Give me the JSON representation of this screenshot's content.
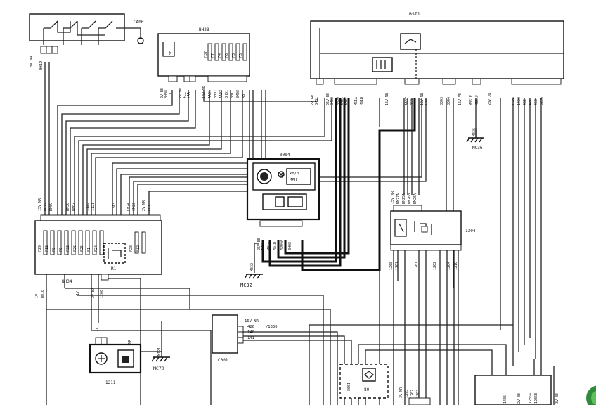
{
  "components": {
    "bsi": {
      "label": "BSI1"
    },
    "bh28": {
      "label": "BH28",
      "fuses": [
        "F37",
        "F7",
        "F4",
        "F6",
        "F5",
        "F3"
      ],
      "left_label": "SH"
    },
    "ca00": {
      "label": "CA00"
    },
    "bh12": {
      "label": "BH12",
      "wire": "3V NR"
    },
    "bh34": {
      "label": "BH34",
      "relay": "R1",
      "fuses": [
        "F29",
        "F12",
        "F8",
        "F6",
        "F32",
        "F26",
        "F25",
        "F1",
        "F24",
        "F28",
        "F32"
      ]
    },
    "d004": {
      "label": "0004",
      "display": [
        "km/h",
        "MPH"
      ]
    },
    "c1304": {
      "label": "1304"
    },
    "c001": {
      "label": "C001"
    },
    "c1211": {
      "label": "1211"
    },
    "c8061": {
      "label": "8061",
      "value": "80--"
    }
  },
  "grounds": {
    "mc32": "MC32",
    "mc36": "MC36",
    "mc70": "MC70",
    "me32": "ME32",
    "me36": "ME36",
    "mi21": "MI21"
  },
  "connectors": {
    "bh28_bot": [
      "2V BE",
      "BH08",
      "CC1",
      "2V NR",
      "+CC",
      "+AA",
      "2",
      "3",
      "18V NR",
      "AA01",
      "BH07",
      "AA07",
      "BH01",
      "BH1",
      "BM08",
      "AB"
    ],
    "bsi_left": [
      "2V GR",
      "BM01",
      "26V BE",
      "BM02",
      "AA06",
      "BH01",
      "BH07",
      "MS1A",
      "MS1B",
      "16V NR"
    ],
    "bsi_mid": [
      "AA07",
      "BS01",
      "12V NR",
      "18V",
      "8043",
      "8044",
      "16V VE",
      "MB61E",
      "MB61F",
      "20V JN"
    ],
    "bsi_right": [
      "1624",
      "1420",
      "432",
      "421",
      "460",
      "6296"
    ],
    "bh34_top": [
      "15V NR",
      "BH12",
      "BH59",
      "BM56",
      "BM62",
      "1123",
      "1121",
      "13A3",
      "CM24",
      "CM23",
      "2V NR",
      "CC1"
    ],
    "bh34_bot": [
      "1V",
      "BM10",
      "1Y",
      "2V BA",
      "1200"
    ],
    "d004_bot": [
      "26V BE",
      "BM21",
      "MS1A",
      "MS1B",
      "M004A",
      "BH08"
    ],
    "c1304_top": [
      "15V NR",
      "BM27A",
      "BM25A",
      "BM26B",
      "BM26A"
    ],
    "c1304_bot": [
      "1208",
      "1207",
      "1201",
      "1202",
      "1264",
      "1210"
    ],
    "c001_side": {
      "wire": "16V NR",
      "rows": [
        "426",
        "140",
        "141"
      ],
      "ref": "/1330"
    },
    "c1211_side": {
      "wire": "6V NR",
      "rows": [
        "1121",
        "MI21"
      ]
    },
    "bottom": [
      "3V NR",
      "1295",
      "1202",
      "1203",
      "1405",
      "2V BE",
      "1236A",
      "1236B",
      "3V BE"
    ]
  }
}
